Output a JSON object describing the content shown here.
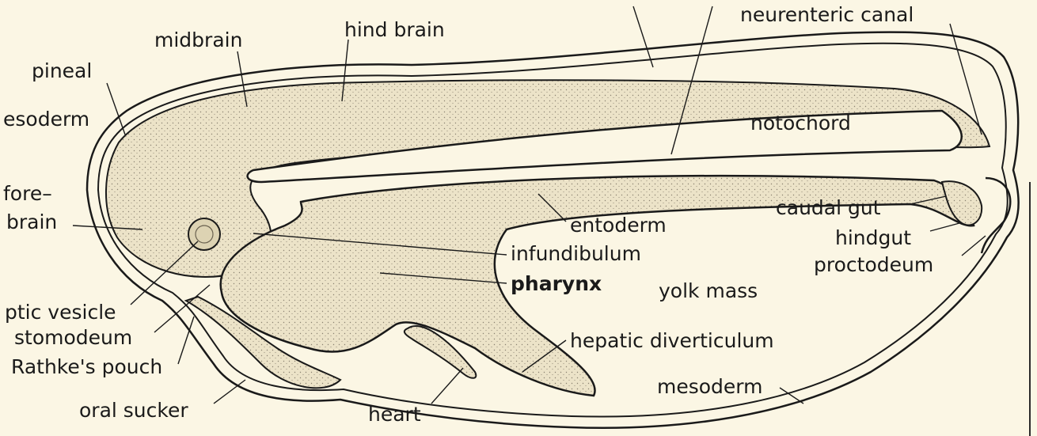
{
  "diagram": {
    "labels": {
      "neurenteric_canal": "neurenteric canal",
      "midbrain": "midbrain",
      "hind_brain": "hind brain",
      "pineal": "pineal",
      "mesoderm_top": "esoderm",
      "notochord": "notochord",
      "forebrain_1": "fore–",
      "forebrain_2": "brain",
      "caudal_gut": "caudal gut",
      "entoderm": "entoderm",
      "hindgut": "hindgut",
      "infundibulum": "infundibulum",
      "proctodeum": "proctodeum",
      "pharynx": "pharynx",
      "yolk_mass": "yolk mass",
      "optic_vesicle": "ptic vesicle",
      "stomodeum": "stomodeum",
      "hepatic_diverticulum": "hepatic diverticulum",
      "rathkes_pouch": "Rathke's pouch",
      "mesoderm_bottom": "mesoderm",
      "oral_sucker": "oral sucker",
      "heart": "heart"
    },
    "colors": {
      "background": "#fbf6e4",
      "ink": "#1a1a1a",
      "stipple": "#e6ddc2"
    }
  }
}
